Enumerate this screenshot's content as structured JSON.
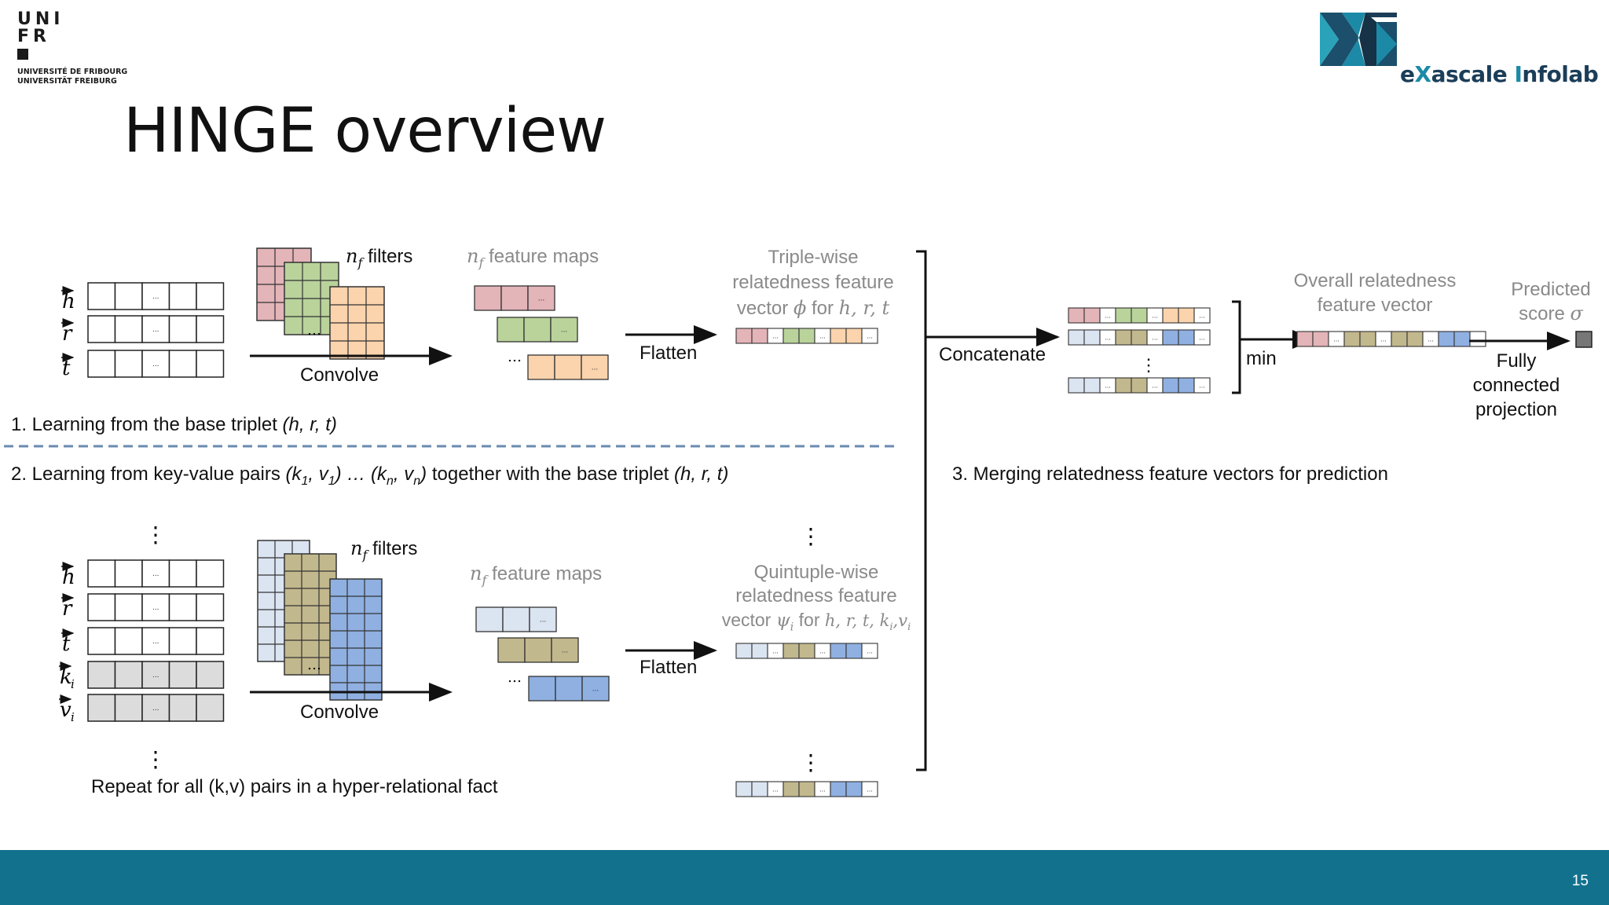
{
  "logo_left": {
    "line1": "UNI",
    "line2": "FR",
    "sub1": "UNIVERSITÉ DE FRIBOURG",
    "sub2": "UNIVERSITÄT FREIBURG"
  },
  "logo_right": {
    "prefix": "e",
    "accent1": "X",
    "middle": "ascale ",
    "accent2": "I",
    "suffix": "nfolab"
  },
  "title": "HINGE overview",
  "section1": {
    "caption_text": "1. Learning from the base triplet ",
    "caption_math": "(h, r, t)",
    "filters_label": "filters",
    "convolve_label": "Convolve",
    "feature_maps_label": "feature maps",
    "flatten_label": "Flatten",
    "vector_title_line1": "Triple-wise",
    "vector_title_line2": "relatedness feature",
    "vector_title_line3a": "vector ",
    "vector_title_line3b": " for ",
    "vector_title_line3c": "h, r, t"
  },
  "section2": {
    "caption_text_a": "2. Learning from key-value pairs ",
    "caption_text_b": " together with the base triplet ",
    "caption_math_end": "(h, r, t)",
    "filters_label": "filters",
    "convolve_label": "Convolve",
    "feature_maps_label": "feature maps",
    "flatten_label": "Flatten",
    "vector_title_line1": "Quintuple-wise",
    "vector_title_line2": "relatedness feature",
    "vector_title_line3a": "vector ",
    "vector_title_line3b": " for ",
    "vector_title_line3c": "h, r, t, k",
    "repeat_label": "Repeat for all (k,v) pairs in a hyper-relational fact"
  },
  "section3": {
    "concatenate_label": "Concatenate",
    "min_label": "min",
    "overall_line1": "Overall relatedness",
    "overall_line2": "feature vector",
    "predicted_line1": "Predicted",
    "predicted_line2": "score ",
    "sigma": "σ",
    "fc_line1": "Fully",
    "fc_line2": "connected",
    "fc_line3": "projection",
    "caption": "3. Merging relatedness feature vectors for prediction"
  },
  "math": {
    "h": "h",
    "r": "r",
    "t": "t",
    "k": "k",
    "v": "v",
    "i": "i",
    "n": "n",
    "f": "f",
    "one": "1",
    "phi": "ϕ",
    "psi": "ψ",
    "dots": "…",
    "cell_dots": "..."
  },
  "colors": {
    "pink": "#e3b4b8",
    "green": "#b9d39b",
    "orange": "#fbd3ac",
    "lightblue": "#dbe4f1",
    "olive": "#c2b88d",
    "blue": "#8fb0e1",
    "grey": "#dcdcdc",
    "footer": "#12728e",
    "dash": "#6a8bb0"
  },
  "page_number": "15"
}
